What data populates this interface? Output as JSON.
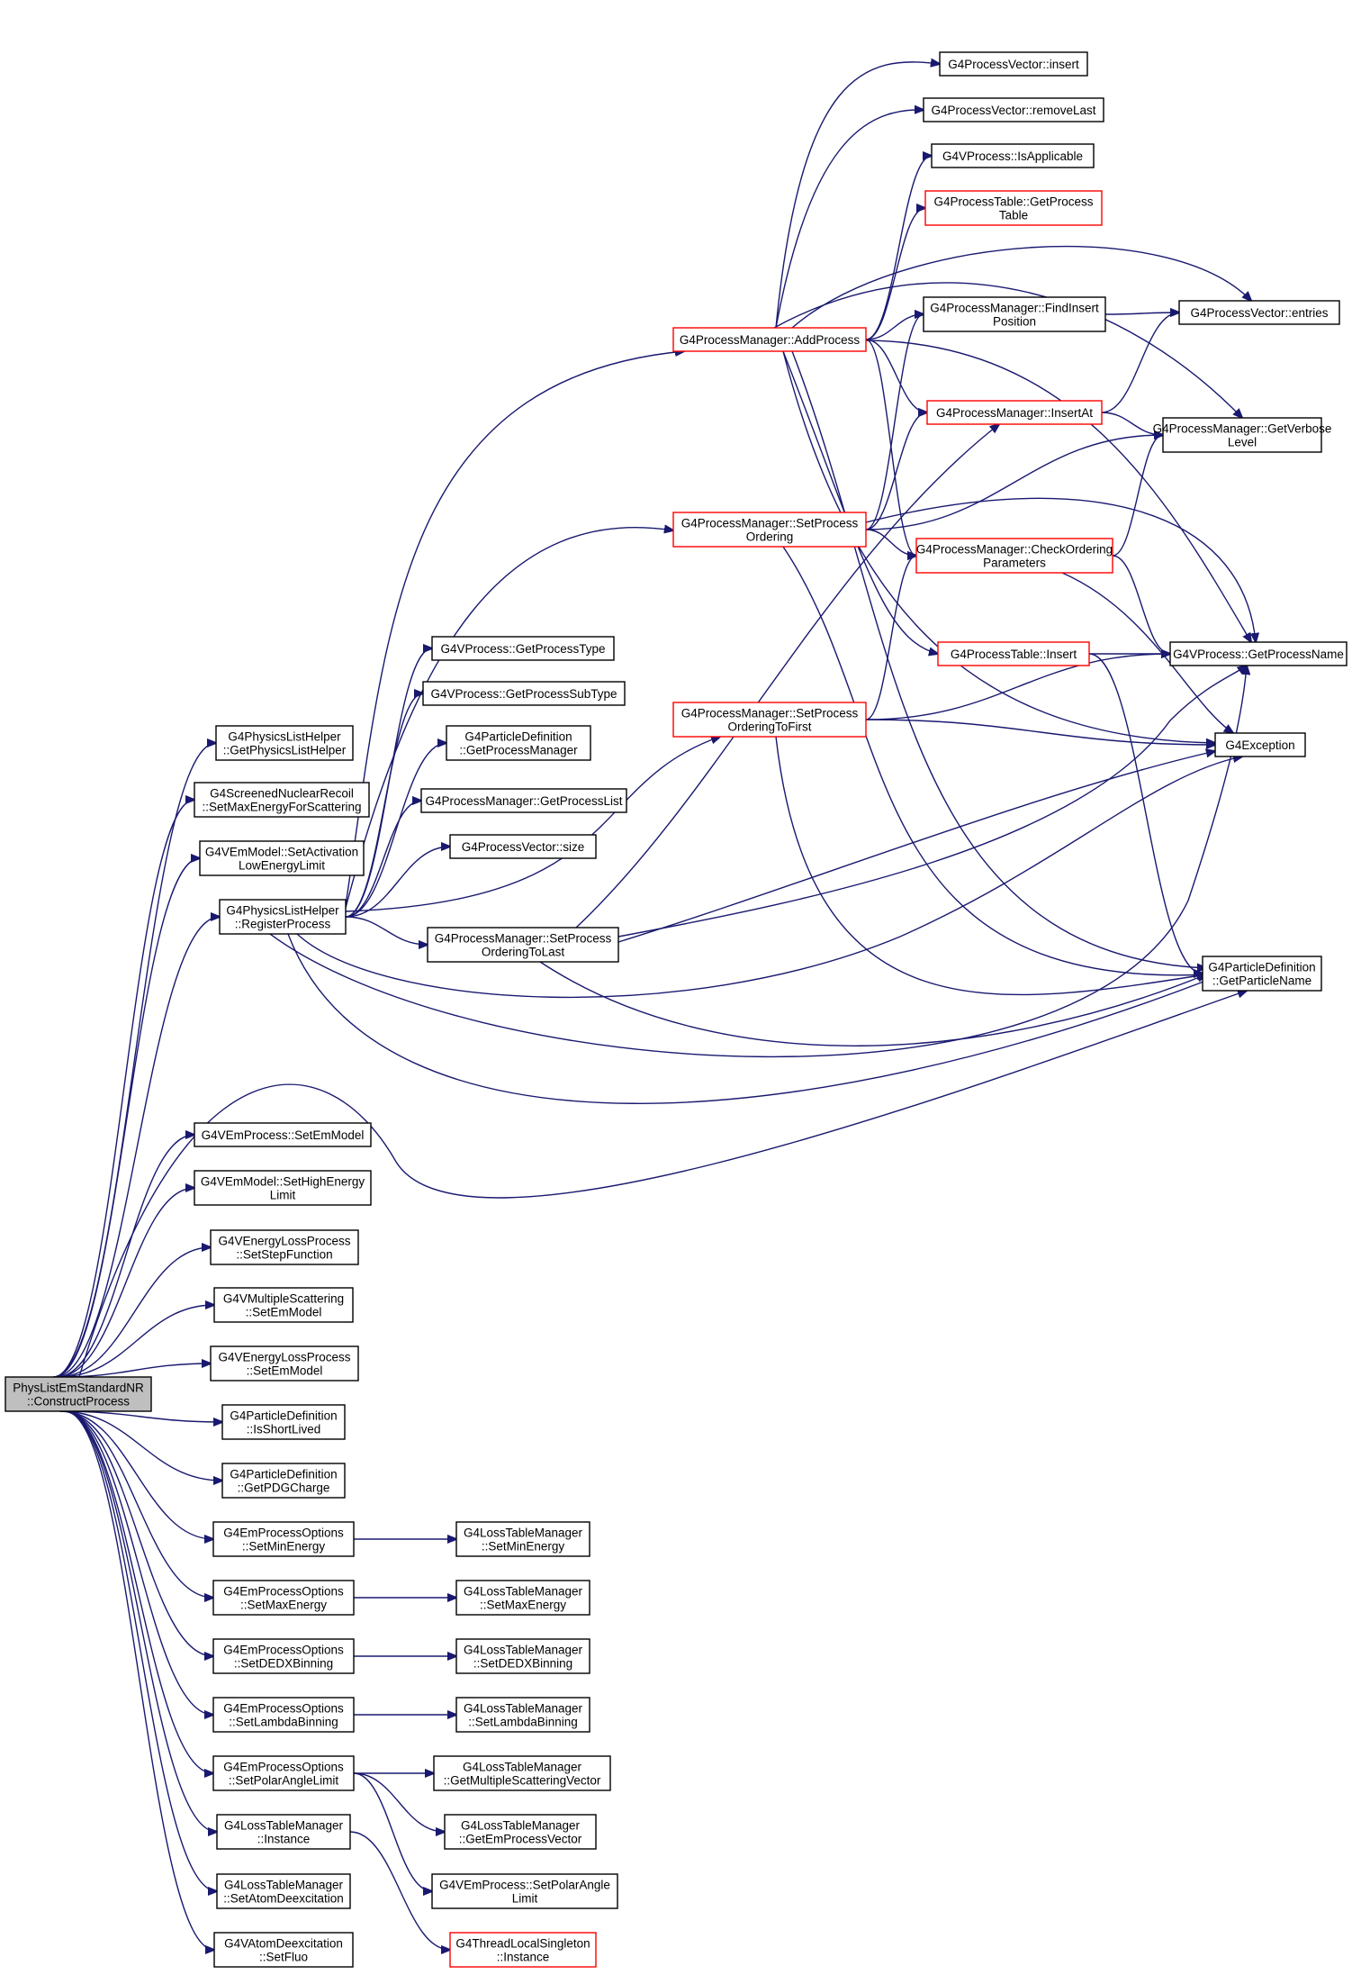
{
  "nodes": [
    {
      "id": "root",
      "lines": [
        "PhysListEmStandardNR",
        "::ConstructProcess"
      ],
      "style": "root"
    },
    {
      "id": "plh_get",
      "lines": [
        "G4PhysicsListHelper",
        "::GetPhysicsListHelper"
      ],
      "style": "normal"
    },
    {
      "id": "snr",
      "lines": [
        "G4ScreenedNuclearRecoil",
        "::SetMaxEnergyForScattering"
      ],
      "style": "normal"
    },
    {
      "id": "vem_act",
      "lines": [
        "G4VEmModel::SetActivation",
        "LowEnergyLimit"
      ],
      "style": "normal"
    },
    {
      "id": "plh_reg",
      "lines": [
        "G4PhysicsListHelper",
        "::RegisterProcess"
      ],
      "style": "normal"
    },
    {
      "id": "vemp_set",
      "lines": [
        "G4VEmProcess::SetEmModel"
      ],
      "style": "normal"
    },
    {
      "id": "vem_high",
      "lines": [
        "G4VEmModel::SetHighEnergy",
        "Limit"
      ],
      "style": "normal"
    },
    {
      "id": "velp_step",
      "lines": [
        "G4VEnergyLossProcess",
        "::SetStepFunction"
      ],
      "style": "normal"
    },
    {
      "id": "vms_set",
      "lines": [
        "G4VMultipleScattering",
        "::SetEmModel"
      ],
      "style": "normal"
    },
    {
      "id": "velp_set",
      "lines": [
        "G4VEnergyLossProcess",
        "::SetEmModel"
      ],
      "style": "normal"
    },
    {
      "id": "pd_short",
      "lines": [
        "G4ParticleDefinition",
        "::IsShortLived"
      ],
      "style": "normal"
    },
    {
      "id": "pd_pdg",
      "lines": [
        "G4ParticleDefinition",
        "::GetPDGCharge"
      ],
      "style": "normal"
    },
    {
      "id": "epo_min",
      "lines": [
        "G4EmProcessOptions",
        "::SetMinEnergy"
      ],
      "style": "normal"
    },
    {
      "id": "epo_max",
      "lines": [
        "G4EmProcessOptions",
        "::SetMaxEnergy"
      ],
      "style": "normal"
    },
    {
      "id": "epo_dedx",
      "lines": [
        "G4EmProcessOptions",
        "::SetDEDXBinning"
      ],
      "style": "normal"
    },
    {
      "id": "epo_lam",
      "lines": [
        "G4EmProcessOptions",
        "::SetLambdaBinning"
      ],
      "style": "normal"
    },
    {
      "id": "epo_pol",
      "lines": [
        "G4EmProcessOptions",
        "::SetPolarAngleLimit"
      ],
      "style": "normal"
    },
    {
      "id": "ltm_inst",
      "lines": [
        "G4LossTableManager",
        "::Instance"
      ],
      "style": "normal"
    },
    {
      "id": "ltm_atom",
      "lines": [
        "G4LossTableManager",
        "::SetAtomDeexcitation"
      ],
      "style": "normal"
    },
    {
      "id": "vad_fluo",
      "lines": [
        "G4VAtomDeexcitation",
        "::SetFluo"
      ],
      "style": "normal"
    },
    {
      "id": "ltm_min",
      "lines": [
        "G4LossTableManager",
        "::SetMinEnergy"
      ],
      "style": "normal"
    },
    {
      "id": "ltm_max",
      "lines": [
        "G4LossTableManager",
        "::SetMaxEnergy"
      ],
      "style": "normal"
    },
    {
      "id": "ltm_dedx",
      "lines": [
        "G4LossTableManager",
        "::SetDEDXBinning"
      ],
      "style": "normal"
    },
    {
      "id": "ltm_lam",
      "lines": [
        "G4LossTableManager",
        "::SetLambdaBinning"
      ],
      "style": "normal"
    },
    {
      "id": "ltm_msv",
      "lines": [
        "G4LossTableManager",
        "::GetMultipleScatteringVector"
      ],
      "style": "normal"
    },
    {
      "id": "ltm_epv",
      "lines": [
        "G4LossTableManager",
        "::GetEmProcessVector"
      ],
      "style": "normal"
    },
    {
      "id": "vemp_pol",
      "lines": [
        "G4VEmProcess::SetPolarAngle",
        "Limit"
      ],
      "style": "normal"
    },
    {
      "id": "tls_inst",
      "lines": [
        "G4ThreadLocalSingleton",
        "::Instance"
      ],
      "style": "red"
    },
    {
      "id": "vp_type",
      "lines": [
        "G4VProcess::GetProcessType"
      ],
      "style": "normal"
    },
    {
      "id": "vp_sub",
      "lines": [
        "G4VProcess::GetProcessSubType"
      ],
      "style": "normal"
    },
    {
      "id": "pd_pm",
      "lines": [
        "G4ParticleDefinition",
        "::GetProcessManager"
      ],
      "style": "normal"
    },
    {
      "id": "pm_list",
      "lines": [
        "G4ProcessManager::GetProcessList"
      ],
      "style": "normal"
    },
    {
      "id": "pv_size",
      "lines": [
        "G4ProcessVector::size"
      ],
      "style": "normal"
    },
    {
      "id": "pm_last",
      "lines": [
        "G4ProcessManager::SetProcess",
        "OrderingToLast"
      ],
      "style": "normal"
    },
    {
      "id": "pm_first",
      "lines": [
        "G4ProcessManager::SetProcess",
        "OrderingToFirst"
      ],
      "style": "red"
    },
    {
      "id": "pm_order",
      "lines": [
        "G4ProcessManager::SetProcess",
        "Ordering"
      ],
      "style": "red"
    },
    {
      "id": "pm_add",
      "lines": [
        "G4ProcessManager::AddProcess"
      ],
      "style": "red"
    },
    {
      "id": "pv_insert",
      "lines": [
        "G4ProcessVector::insert"
      ],
      "style": "normal"
    },
    {
      "id": "pv_remove",
      "lines": [
        "G4ProcessVector::removeLast"
      ],
      "style": "normal"
    },
    {
      "id": "vp_app",
      "lines": [
        "G4VProcess::IsApplicable"
      ],
      "style": "normal"
    },
    {
      "id": "pt_get",
      "lines": [
        "G4ProcessTable::GetProcess",
        "Table"
      ],
      "style": "red"
    },
    {
      "id": "pm_find",
      "lines": [
        "G4ProcessManager::FindInsert",
        "Position"
      ],
      "style": "normal"
    },
    {
      "id": "pm_insat",
      "lines": [
        "G4ProcessManager::InsertAt"
      ],
      "style": "red"
    },
    {
      "id": "pm_check",
      "lines": [
        "G4ProcessManager::CheckOrdering",
        "Parameters"
      ],
      "style": "red"
    },
    {
      "id": "pt_insert",
      "lines": [
        "G4ProcessTable::Insert"
      ],
      "style": "red"
    },
    {
      "id": "pv_entries",
      "lines": [
        "G4ProcessVector::entries"
      ],
      "style": "normal"
    },
    {
      "id": "pm_verbose",
      "lines": [
        "G4ProcessManager::GetVerbose",
        "Level"
      ],
      "style": "normal"
    },
    {
      "id": "vp_name",
      "lines": [
        "G4VProcess::GetProcessName"
      ],
      "style": "normal"
    },
    {
      "id": "g4exc",
      "lines": [
        "G4Exception"
      ],
      "style": "normal"
    },
    {
      "id": "pd_name",
      "lines": [
        "G4ParticleDefinition",
        "::GetParticleName"
      ],
      "style": "normal"
    }
  ],
  "edges": [
    [
      "root",
      "plh_get"
    ],
    [
      "root",
      "snr"
    ],
    [
      "root",
      "vem_act"
    ],
    [
      "root",
      "plh_reg"
    ],
    [
      "root",
      "pd_name"
    ],
    [
      "root",
      "vemp_set"
    ],
    [
      "root",
      "vem_high"
    ],
    [
      "root",
      "velp_step"
    ],
    [
      "root",
      "vms_set"
    ],
    [
      "root",
      "velp_set"
    ],
    [
      "root",
      "pd_short"
    ],
    [
      "root",
      "pd_pdg"
    ],
    [
      "root",
      "epo_min"
    ],
    [
      "root",
      "epo_max"
    ],
    [
      "root",
      "epo_dedx"
    ],
    [
      "root",
      "epo_lam"
    ],
    [
      "root",
      "epo_pol"
    ],
    [
      "root",
      "ltm_inst"
    ],
    [
      "root",
      "ltm_atom"
    ],
    [
      "root",
      "vad_fluo"
    ],
    [
      "epo_min",
      "ltm_min"
    ],
    [
      "epo_max",
      "ltm_max"
    ],
    [
      "epo_dedx",
      "ltm_dedx"
    ],
    [
      "epo_lam",
      "ltm_lam"
    ],
    [
      "epo_pol",
      "ltm_msv"
    ],
    [
      "epo_pol",
      "ltm_epv"
    ],
    [
      "epo_pol",
      "vemp_pol"
    ],
    [
      "ltm_inst",
      "tls_inst"
    ],
    [
      "plh_reg",
      "pm_add"
    ],
    [
      "plh_reg",
      "pm_order"
    ],
    [
      "plh_reg",
      "vp_type"
    ],
    [
      "plh_reg",
      "vp_sub"
    ],
    [
      "plh_reg",
      "pd_pm"
    ],
    [
      "plh_reg",
      "pm_list"
    ],
    [
      "plh_reg",
      "pv_size"
    ],
    [
      "plh_reg",
      "pm_last"
    ],
    [
      "plh_reg",
      "pm_first"
    ],
    [
      "plh_reg",
      "g4exc"
    ],
    [
      "plh_reg",
      "pd_name"
    ],
    [
      "plh_reg",
      "vp_name"
    ],
    [
      "pm_last",
      "pm_insat"
    ],
    [
      "pm_last",
      "vp_name"
    ],
    [
      "pm_last",
      "g4exc"
    ],
    [
      "pm_last",
      "pd_name"
    ],
    [
      "pm_first",
      "pm_check"
    ],
    [
      "pm_first",
      "vp_name"
    ],
    [
      "pm_first",
      "g4exc"
    ],
    [
      "pm_first",
      "pd_name"
    ],
    [
      "pm_order",
      "pm_find"
    ],
    [
      "pm_order",
      "pm_insat"
    ],
    [
      "pm_order",
      "pm_check"
    ],
    [
      "pm_order",
      "pm_verbose"
    ],
    [
      "pm_order",
      "vp_name"
    ],
    [
      "pm_order",
      "pd_name"
    ],
    [
      "pm_add",
      "pv_insert"
    ],
    [
      "pm_add",
      "pv_remove"
    ],
    [
      "pm_add",
      "vp_app"
    ],
    [
      "pm_add",
      "pt_get"
    ],
    [
      "pm_add",
      "pm_find"
    ],
    [
      "pm_add",
      "pm_insat"
    ],
    [
      "pm_add",
      "pm_check"
    ],
    [
      "pm_add",
      "pt_insert"
    ],
    [
      "pm_add",
      "pv_entries"
    ],
    [
      "pm_add",
      "pm_verbose"
    ],
    [
      "pm_add",
      "vp_name"
    ],
    [
      "pm_add",
      "g4exc"
    ],
    [
      "pm_add",
      "pd_name"
    ],
    [
      "pm_find",
      "pv_entries"
    ],
    [
      "pm_insat",
      "pv_entries"
    ],
    [
      "pm_insat",
      "pm_verbose"
    ],
    [
      "pm_check",
      "pm_verbose"
    ],
    [
      "pm_check",
      "vp_name"
    ],
    [
      "pm_check",
      "g4exc"
    ],
    [
      "pt_insert",
      "vp_name"
    ],
    [
      "pt_insert",
      "pd_name"
    ]
  ]
}
